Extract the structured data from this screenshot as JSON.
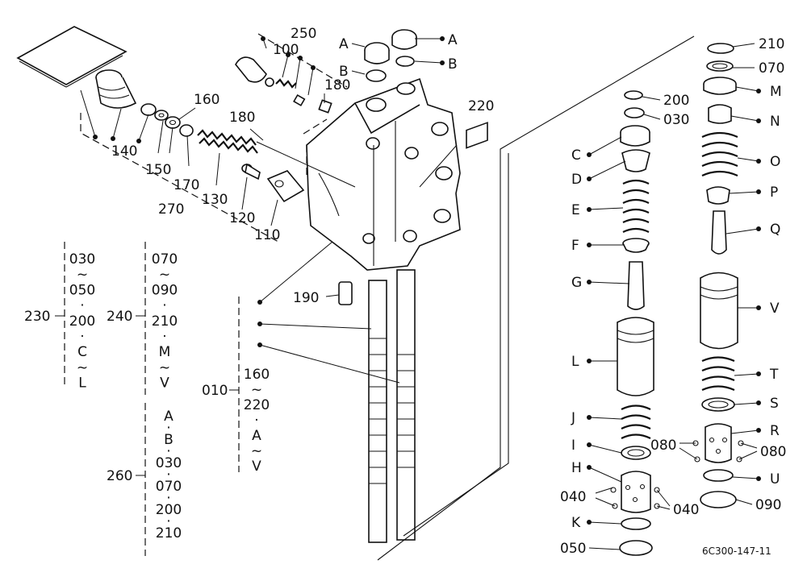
{
  "diagram": {
    "reference_code": "6C300-147-11",
    "callouts": [
      {
        "id": "250",
        "text": "250"
      },
      {
        "id": "100",
        "text": "100"
      },
      {
        "id": "180a",
        "text": "180"
      },
      {
        "id": "180b",
        "text": "180"
      },
      {
        "id": "160",
        "text": "160"
      },
      {
        "id": "140",
        "text": "140"
      },
      {
        "id": "150",
        "text": "150"
      },
      {
        "id": "170",
        "text": "170"
      },
      {
        "id": "130",
        "text": "130"
      },
      {
        "id": "270",
        "text": "270"
      },
      {
        "id": "120",
        "text": "120"
      },
      {
        "id": "110",
        "text": "110"
      },
      {
        "id": "220",
        "text": "220"
      },
      {
        "id": "190",
        "text": "190"
      },
      {
        "id": "A1",
        "text": "A"
      },
      {
        "id": "A2",
        "text": "A"
      },
      {
        "id": "B1",
        "text": "B"
      },
      {
        "id": "B2",
        "text": "B"
      },
      {
        "id": "010",
        "text": "010"
      },
      {
        "id": "230",
        "text": "230"
      },
      {
        "id": "240",
        "text": "240"
      },
      {
        "id": "260",
        "text": "260"
      },
      {
        "id": "200",
        "text": "200"
      },
      {
        "id": "030",
        "text": "030"
      },
      {
        "id": "C",
        "text": "C"
      },
      {
        "id": "D",
        "text": "D"
      },
      {
        "id": "E",
        "text": "E"
      },
      {
        "id": "F",
        "text": "F"
      },
      {
        "id": "G",
        "text": "G"
      },
      {
        "id": "L",
        "text": "L"
      },
      {
        "id": "J",
        "text": "J"
      },
      {
        "id": "I",
        "text": "I"
      },
      {
        "id": "H",
        "text": "H"
      },
      {
        "id": "040a",
        "text": "040"
      },
      {
        "id": "040b",
        "text": "040"
      },
      {
        "id": "K",
        "text": "K"
      },
      {
        "id": "050",
        "text": "050"
      },
      {
        "id": "210",
        "text": "210"
      },
      {
        "id": "070",
        "text": "070"
      },
      {
        "id": "M",
        "text": "M"
      },
      {
        "id": "N",
        "text": "N"
      },
      {
        "id": "O",
        "text": "O"
      },
      {
        "id": "P",
        "text": "P"
      },
      {
        "id": "Q",
        "text": "Q"
      },
      {
        "id": "V",
        "text": "V"
      },
      {
        "id": "T",
        "text": "T"
      },
      {
        "id": "S",
        "text": "S"
      },
      {
        "id": "R",
        "text": "R"
      },
      {
        "id": "080a",
        "text": "080"
      },
      {
        "id": "080b",
        "text": "080"
      },
      {
        "id": "U",
        "text": "U"
      },
      {
        "id": "090",
        "text": "090"
      }
    ],
    "groups": [
      {
        "id": "g230",
        "lines": [
          "030",
          "~",
          "050",
          "·",
          "200",
          "·",
          "C",
          "~",
          "L"
        ]
      },
      {
        "id": "g240",
        "lines": [
          "070",
          "~",
          "090",
          "·",
          "210",
          "·",
          "M",
          "~",
          "V"
        ]
      },
      {
        "id": "g260",
        "lines": [
          "A",
          "·",
          "B",
          "·",
          "030",
          "·",
          "070",
          "·",
          "200",
          "·",
          "210"
        ]
      },
      {
        "id": "g010",
        "lines": [
          "160",
          "~",
          "220",
          "·",
          "A",
          "~",
          "V"
        ]
      }
    ]
  }
}
